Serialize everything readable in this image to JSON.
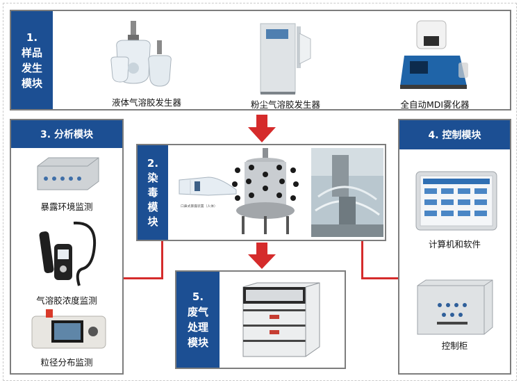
{
  "module1": {
    "tag": [
      "1.",
      "样品",
      "发生",
      "模块"
    ],
    "items": [
      "液体气溶胶发生器",
      "粉尘气溶胶发生器",
      "全自动MDI雾化器"
    ]
  },
  "module2": {
    "tag": [
      "2.",
      "染",
      "毒",
      "模",
      "块"
    ],
    "small_caption": "口鼻式暴露装置（人体）"
  },
  "module3": {
    "tag": "3. 分析模块",
    "items": [
      "暴露环境监测",
      "气溶胶浓度监测",
      "粒径分布监测"
    ]
  },
  "module4": {
    "tag": "4. 控制模块",
    "items": [
      "计算机和软件",
      "控制柜"
    ]
  },
  "module5": {
    "tag": [
      "5.",
      "废气",
      "处理",
      "模块"
    ]
  },
  "colors": {
    "tag_blue": "#1c4f93",
    "arrow_red": "#d52b2b",
    "border_gray": "#7d7d7d"
  }
}
